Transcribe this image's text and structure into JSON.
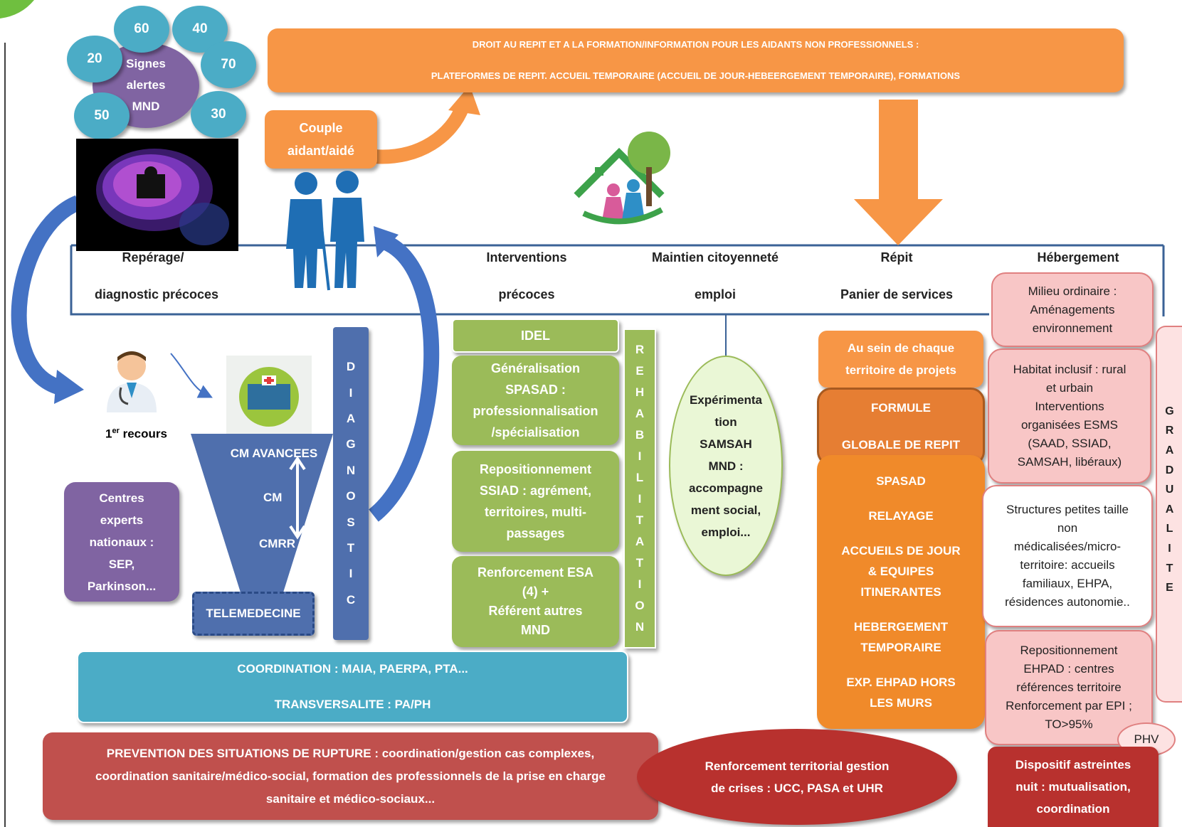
{
  "alert_badges": {
    "values": [
      "60",
      "40",
      "20",
      "70",
      "50",
      "30"
    ],
    "center_lines": [
      "Signes",
      "alertes",
      "MND"
    ]
  },
  "top_banner": {
    "line1": "DROIT AU REPIT ET A LA FORMATION/INFORMATION POUR LES AIDANTS NON PROFESSIONNELS :",
    "line2": "PLATEFORMES DE REPIT. ACCUEIL TEMPORAIRE (ACCUEIL DE JOUR-HEBEERGEMENT TEMPORAIRE), FORMATIONS"
  },
  "couple": {
    "line1": "Couple",
    "line2": "aidant/aidé"
  },
  "columns": {
    "c1a": "Repérage/",
    "c1b": "diagnostic précoces",
    "c2a": "Interventions",
    "c2b": "précoces",
    "c3a": "Maintien citoyenneté",
    "c3b": "emploi",
    "c4a": "Répit",
    "c4b": "Panier de services",
    "c5a": "Hébergement"
  },
  "first_recourse": {
    "prefix": "1",
    "sup": "er",
    "suffix": " recours"
  },
  "funnel": {
    "top": "CM AVANCEES",
    "mid": "CM",
    "bottom": "CMRR",
    "tele": "TELEMEDECINE"
  },
  "diagnostic_letters": [
    "D",
    "I",
    "A",
    "G",
    "N",
    "O",
    "S",
    "T",
    "I",
    "C"
  ],
  "centres": [
    "Centres",
    "experts",
    "nationaux :",
    "SEP,",
    "Parkinson..."
  ],
  "interventions": {
    "idel": "IDEL",
    "spasad": [
      "Généralisation",
      "SPASAD :",
      "professionnalisation",
      "/spécialisation"
    ],
    "ssiad": [
      "Repositionnement",
      "SSIAD : agrément,",
      "territoires, multi-",
      "passages"
    ],
    "esa": [
      "Renforcement ESA",
      "(4) +",
      "Référent autres",
      "MND"
    ]
  },
  "rehab_letters": [
    "R",
    "E",
    "H",
    "A",
    "B",
    "I",
    "L",
    "I",
    "T",
    "A",
    "T",
    "I",
    "O",
    "N"
  ],
  "samsah": [
    "Expérimenta",
    "tion",
    "SAMSAH",
    "MND :",
    "accompagne",
    "ment social,",
    "emploi..."
  ],
  "repit": {
    "sein": [
      "Au sein de chaque",
      "territoire de projets"
    ],
    "formule": [
      "FORMULE",
      "GLOBALE DE REPIT"
    ],
    "list": [
      "SPASAD",
      "RELAYAGE",
      "ACCUEILS DE JOUR",
      "& EQUIPES",
      "ITINERANTES",
      "HEBERGEMENT",
      "TEMPORAIRE",
      "EXP. EHPAD HORS",
      "LES MURS"
    ]
  },
  "hebergement": {
    "milieu": [
      "Milieu ordinaire :",
      "Aménagements",
      "environnement"
    ],
    "habitat": [
      "Habitat inclusif : rural",
      "et urbain",
      "Interventions",
      "organisées ESMS",
      "(SAAD, SSIAD,",
      "SAMSAH, libéraux)"
    ],
    "structures": [
      "Structures petites taille",
      "non",
      "médicalisées/micro-",
      "territoire: accueils",
      "familiaux, EHPA,",
      "résidences autonomie.."
    ],
    "ehpad": [
      "Repositionnement",
      "EHPAD : centres",
      "références territoire",
      "Renforcement par EPI ;",
      "TO>95%"
    ],
    "phv": "PHV"
  },
  "gradualite_letters": [
    "G",
    "R",
    "A",
    "D",
    "U",
    "A",
    "L",
    "I",
    "T",
    "E"
  ],
  "coordination": {
    "line1": "COORDINATION : MAIA, PAERPA, PTA...",
    "line2": "TRANSVERSALITE : PA/PH"
  },
  "prevention": [
    "PREVENTION DES SITUATIONS DE RUPTURE : coordination/gestion cas complexes,",
    "coordination sanitaire/médico-social, formation des professionnels de la prise en charge",
    "sanitaire et médico-sociaux..."
  ],
  "crises": [
    "Renforcement territorial gestion",
    "de crises : UCC, PASA et UHR"
  ],
  "astreintes": [
    "Dispositif astreintes",
    "nuit : mutualisation,",
    "coordination"
  ],
  "colors": {
    "blue": "#4bacc6",
    "orange": "#f79646",
    "green": "#9bbb59",
    "purple": "#8064a2",
    "navy": "#4f6fad",
    "red": "#c0504d"
  }
}
